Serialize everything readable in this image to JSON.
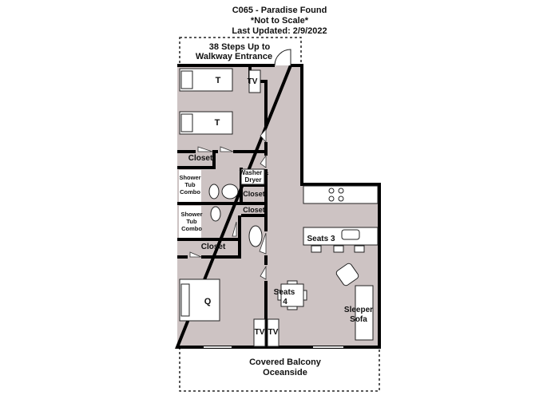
{
  "header": {
    "title": "C065 - Paradise Found",
    "scale_note": "*Not to Scale*",
    "updated": "Last Updated: 2/9/2022"
  },
  "colors": {
    "floor": "#cdc3c3",
    "wall": "#000000",
    "furniture": "#ffffff"
  },
  "labels": {
    "entrance_line1": "38 Steps Up to",
    "entrance_line2": "Walkway Entrance",
    "twin_bed_1": "T",
    "twin_bed_2": "T",
    "tv_bedroom1": "TV",
    "closet_1": "Closet",
    "bath1_line1": "Shower",
    "bath1_line2": "Tub",
    "bath1_line3": "Combo",
    "washer_line1": "Washer &",
    "washer_line2": "Dryer",
    "closet_2": "Closet",
    "closet_3": "Closet",
    "bath2_line1": "Shower",
    "bath2_line2": "Tub",
    "bath2_line3": "Combo",
    "closet_4": "Closet",
    "queen_bed": "Q",
    "island_seats": "Seats 3",
    "dining_line1": "Seats",
    "dining_line2": "4",
    "sofa_line1": "Sleeper",
    "sofa_line2": "Sofa",
    "tv_left": "TV",
    "tv_right": "TV",
    "balcony_line1": "Covered Balcony",
    "balcony_line2": "Oceanside"
  }
}
